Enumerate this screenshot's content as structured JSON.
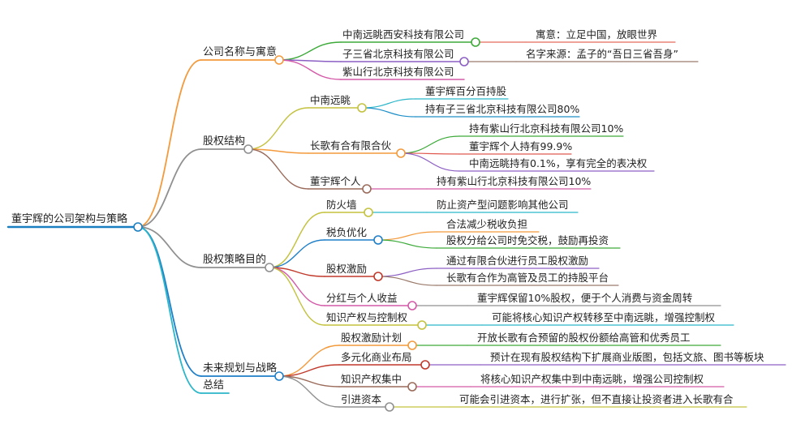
{
  "root": {
    "label": "董宇辉的公司架构与策略",
    "color": "#1a7fc0",
    "branches": [
      {
        "label": "公司名称与寓意",
        "color": "#f39a3c",
        "children": [
          {
            "label": "中南远眺西安科技有限公司",
            "color": "#3daa3a",
            "children": [
              {
                "label": "寓意：立足中国，放眼世界",
                "color": "#e56b5a"
              }
            ]
          },
          {
            "label": "子三省北京科技有限公司",
            "color": "#8c5fc4",
            "children": [
              {
                "label": "名字来源：孟子的“吾日三省吾身”",
                "color": "#9a7a6a"
              }
            ]
          },
          {
            "label": "紫山行北京科技有限公司",
            "color": "#d45aa8",
            "children": []
          }
        ]
      },
      {
        "label": "股权结构",
        "color": "#909090",
        "children": [
          {
            "label": "中南远眺",
            "color": "#c3c23e",
            "children": [
              {
                "label": "董宇辉百分百持股",
                "color": "#2bb6c9"
              },
              {
                "label": "持有子三省北京科技有限公司80%",
                "color": "#1e8fc8"
              }
            ]
          },
          {
            "label": "长歌有合有限合伙",
            "color": "#f39a3c",
            "children": [
              {
                "label": "持有紫山行北京科技有限公司10%",
                "color": "#3daa3a"
              },
              {
                "label": "董宇辉个人持有99.9%",
                "color": "#e05a50"
              },
              {
                "label": "中南远眺持有0.1%，享有完全的表决权",
                "color": "#8c5fc4"
              }
            ]
          },
          {
            "label": "董宇辉个人",
            "color": "#9a6a5a",
            "children": [
              {
                "label": "持有紫山行北京科技有限公司10%",
                "color": "#d45aa8"
              }
            ]
          }
        ]
      },
      {
        "label": "股权策略目的",
        "color": "#909090",
        "children": [
          {
            "label": "防火墙",
            "color": "#c3c23e",
            "children": [
              {
                "label": "防止资产型问题影响其他公司",
                "color": "#2bb6c9"
              }
            ]
          },
          {
            "label": "税负优化",
            "color": "#1e7fc8",
            "children": [
              {
                "label": "合法减少税收负担",
                "color": "#f39a3c"
              },
              {
                "label": "股权分给公司时免交税，鼓励再投资",
                "color": "#3daa3a"
              }
            ]
          },
          {
            "label": "股权激励",
            "color": "#c0392b",
            "children": [
              {
                "label": "通过有限合伙进行员工股权激励",
                "color": "#8c5fc4"
              },
              {
                "label": "长歌有合作为高管及员工的持股平台",
                "color": "#9a7a6a"
              }
            ]
          },
          {
            "label": "分红与个人收益",
            "color": "#d45aa8",
            "children": [
              {
                "label": "董宇辉保留10%股权，便于个人消费与资金周转",
                "color": "#909090"
              }
            ]
          },
          {
            "label": "知识产权与控制权",
            "color": "#c3c23e",
            "children": [
              {
                "label": "可能将核心知识产权转移至中南远眺，增强控制权",
                "color": "#2bb6c9"
              }
            ]
          }
        ]
      },
      {
        "label": "未来规划与战略",
        "color": "#1e7fc8",
        "children": [
          {
            "label": "股权激励计划",
            "color": "#f39a3c",
            "children": [
              {
                "label": "开放长歌有合预留的股权份额给高管和优秀员工",
                "color": "#3daa3a"
              }
            ]
          },
          {
            "label": "多元化商业布局",
            "color": "#c0392b",
            "children": [
              {
                "label": "预计在现有股权结构下扩展商业版图，包括文旅、图书等板块",
                "color": "#8c5fc4"
              }
            ]
          },
          {
            "label": "知识产权集中",
            "color": "#9a6a5a",
            "children": [
              {
                "label": "将核心知识产权集中到中南远眺，增强公司控制权",
                "color": "#d45aa8"
              }
            ]
          },
          {
            "label": "引进资本",
            "color": "#909090",
            "children": [
              {
                "label": "可能会引进资本，进行扩张，但不直接让投资者进入长歌有合",
                "color": "#c3c23e"
              }
            ]
          }
        ]
      },
      {
        "label": "总结",
        "color": "#2bb6c9",
        "children": []
      }
    ]
  }
}
